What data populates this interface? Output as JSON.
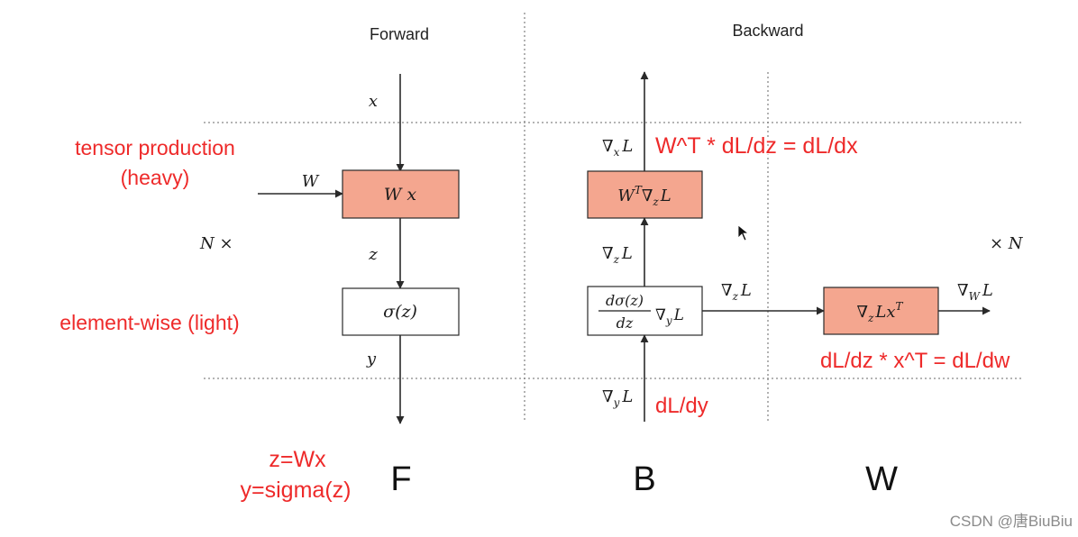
{
  "headers": {
    "forward": "Forward",
    "backward": "Backward"
  },
  "forward": {
    "x": "x",
    "W": "W",
    "z": "z",
    "y": "y",
    "box_linear": "W x",
    "box_activation": "σ(z)"
  },
  "repeat": {
    "left": "N ×",
    "right": "× N"
  },
  "backward": {
    "grad_x": "∇",
    "grad_x_sub": "x",
    "grad_z_top": "∇",
    "grad_y": "∇",
    "L": "L",
    "box_wt": "W",
    "box_wt_sup": "T",
    "box_wt_rest": "∇",
    "box_sub_z": "z",
    "box_sigma_num": "dσ(z)",
    "box_sigma_den": "dz",
    "box_sigma_rest": "∇",
    "sub_y": "y",
    "grad_zL_right": "∇",
    "box_w": "∇",
    "box_w_sup": "T",
    "grad_wL": "∇",
    "sub_w": "W"
  },
  "annotations": {
    "tensor_production_1": "tensor production",
    "tensor_production_2": "(heavy)",
    "element_wise": "element-wise (light)",
    "eq_dx": "W^T * dL/dz = dL/dx",
    "eq_dw": "dL/dz * x^T = dL/dw",
    "eq_dy": "dL/dy",
    "def_z": "z=Wx",
    "def_y": "y=sigma(z)"
  },
  "labels": {
    "F": "F",
    "B": "B",
    "W": "W"
  },
  "watermark": "CSDN @唐BiuBiu",
  "colors": {
    "box_fill": "#f4a68f",
    "annotation_red": "#ee2a2a"
  }
}
